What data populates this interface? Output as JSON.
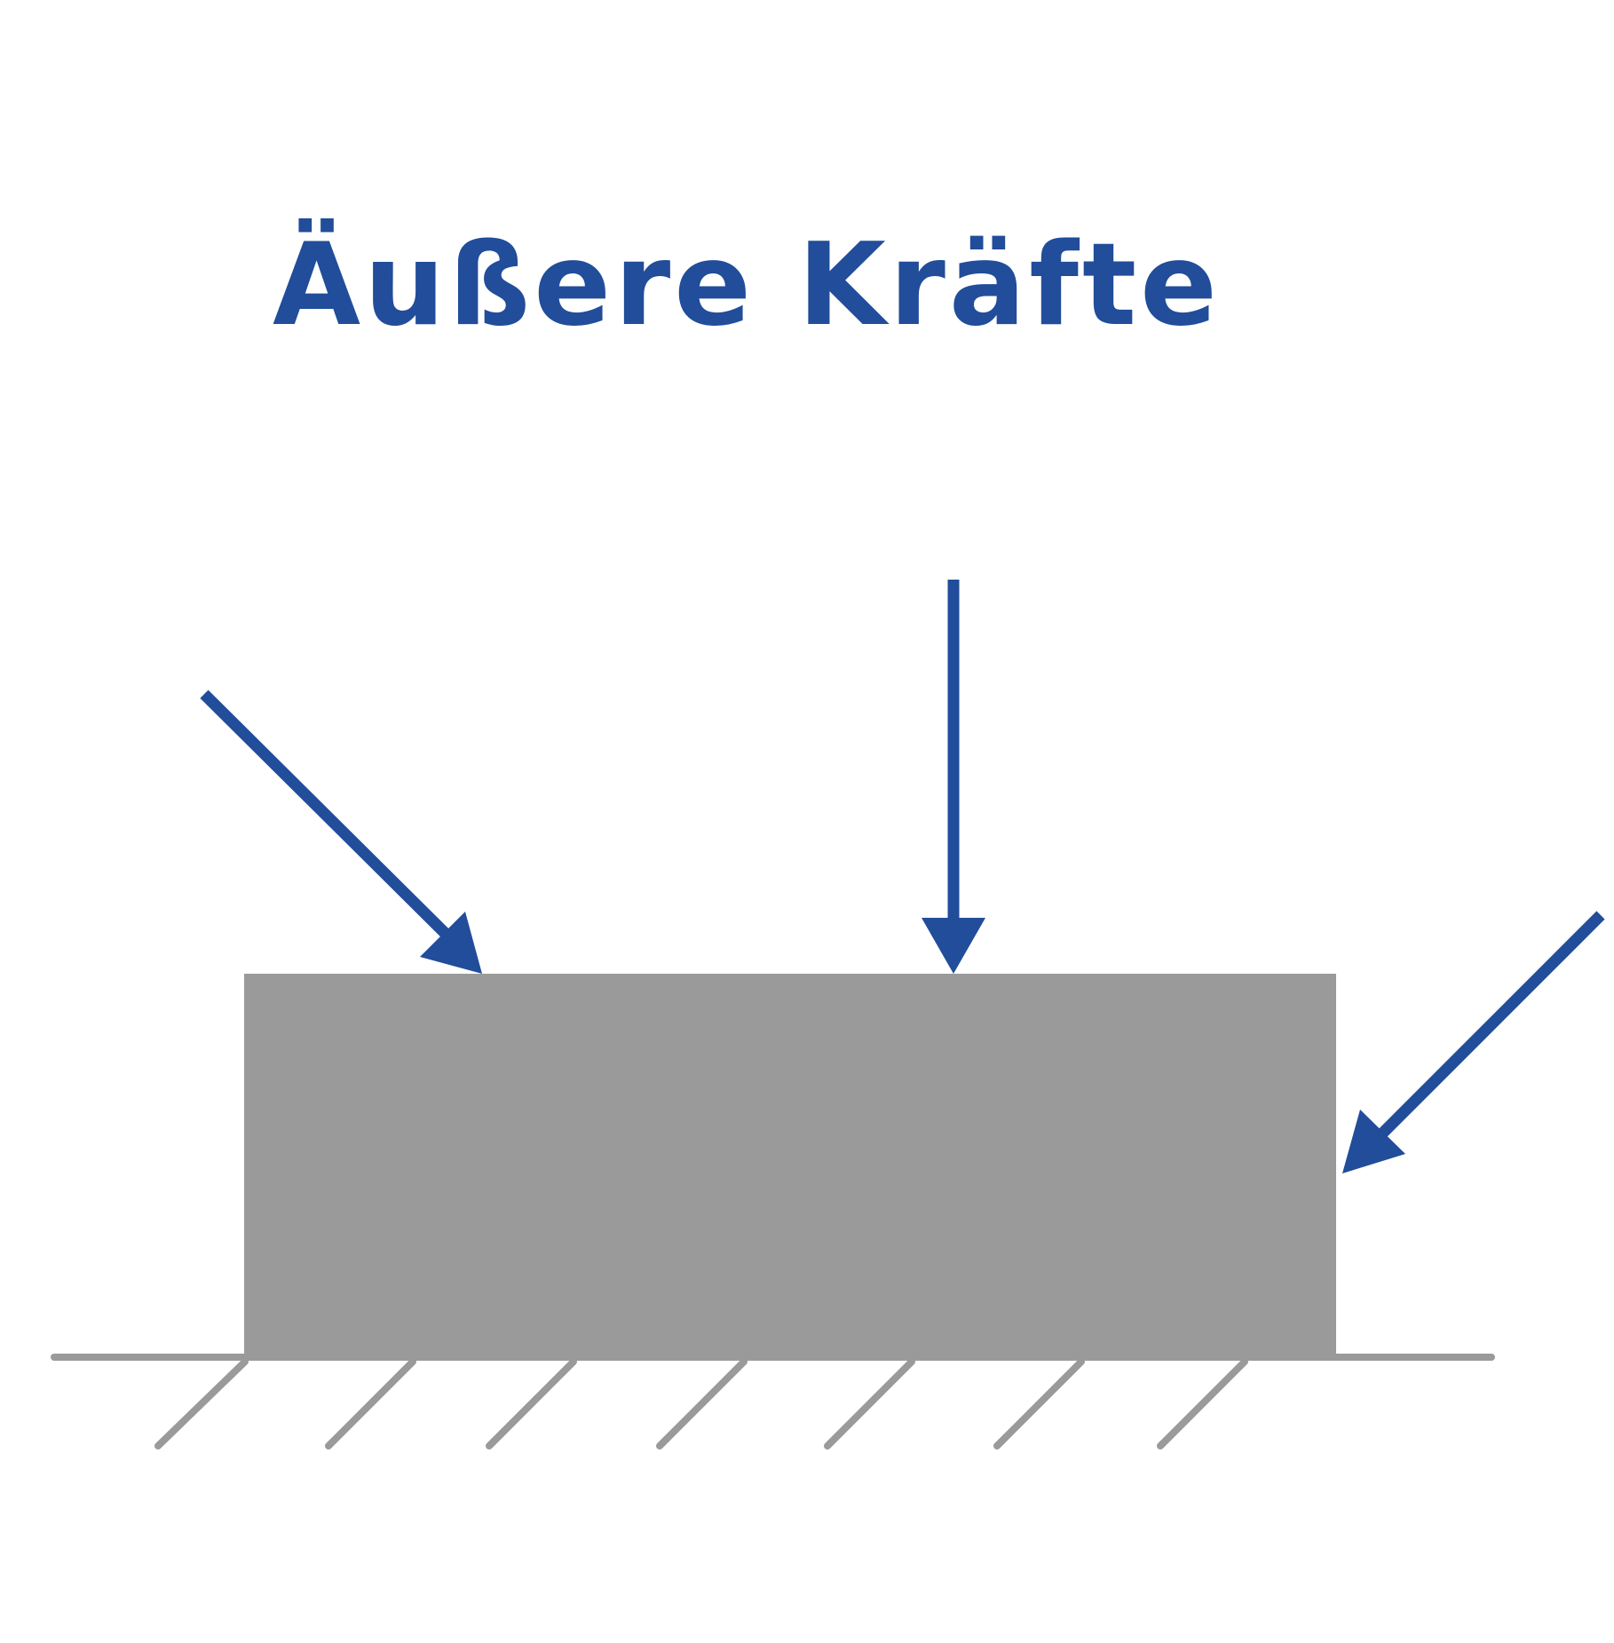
{
  "title": "Äußere Kräfte",
  "colors": {
    "force": "#214d9a",
    "body": "#9a9a9a",
    "ground": "#9a9a9a",
    "title": "#214d9a",
    "background": "#ffffff"
  },
  "elements": {
    "body": "block-resting-on-ground",
    "ground": "hatched-ground-line",
    "forces": [
      "diagonal-force-top-left",
      "vertical-force-top",
      "diagonal-force-right-side"
    ]
  }
}
